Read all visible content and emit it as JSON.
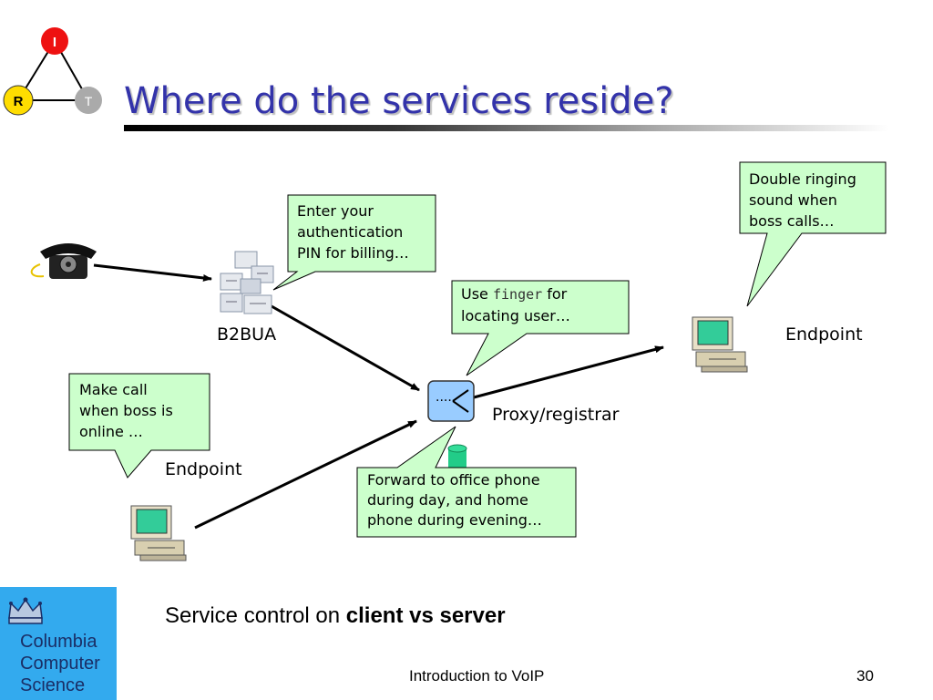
{
  "slide": {
    "title": "Where do the services reside?",
    "subtitle_prefix": "Service control on ",
    "subtitle_bold": "client vs server",
    "footer": "Introduction to VoIP",
    "page_number": "30"
  },
  "rit_logo": {
    "top": "I",
    "left": "R",
    "right": "T",
    "colors": {
      "top": "#ee1111",
      "left": "#ffdd00",
      "right": "#aaaaaa"
    }
  },
  "nodes": {
    "b2bua": "B2BUA",
    "proxy": "Proxy/registrar",
    "endpoint_right": "Endpoint",
    "endpoint_left": "Endpoint"
  },
  "callouts": {
    "pin": [
      "Enter your",
      "authentication",
      "PIN for billing…"
    ],
    "finger": {
      "prefix": "Use ",
      "code": "finger",
      "suffix": " for",
      "line2": "locating user…"
    },
    "ringing": [
      "Double ringing",
      "sound when",
      "boss calls…"
    ],
    "boss_online": [
      "Make call",
      "when boss is",
      "online …"
    ],
    "forward": [
      "Forward to office phone",
      "during day, and home",
      "phone during evening…"
    ]
  },
  "logo": {
    "lines": [
      "Columbia",
      "Computer",
      "Science"
    ],
    "icon": "crown-icon"
  },
  "colors": {
    "callout_fill": "#ccffcc",
    "title": "#3333aa",
    "proxy_fill": "#99ccff",
    "logo_bg": "#33aaee"
  }
}
